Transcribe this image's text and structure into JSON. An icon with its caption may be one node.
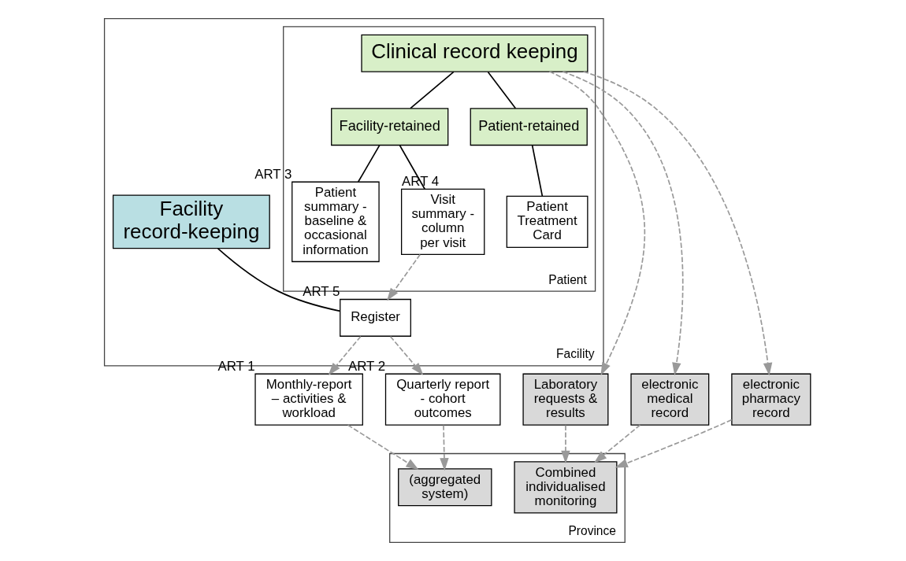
{
  "diagram": {
    "nodes": [
      {
        "text": [
          "Facility"
        ]
      },
      {
        "text": [
          "Patient"
        ],
        "in": 0
      },
      {
        "text": [
          "Clinical record keeping"
        ],
        "in": 1
      },
      {
        "text": [
          "Facility-retained"
        ],
        "in": 1
      },
      {
        "text": [
          "Patient-retained"
        ],
        "in": 1
      },
      {
        "text": [
          "Patient summary - baseline & occasional information"
        ],
        "beside": [
          "ART 3"
        ],
        "in": 1
      },
      {
        "text": [
          "Visit summary - column per visit"
        ],
        "beside": [
          "ART 4"
        ],
        "in": 1
      },
      {
        "text": [
          "Patient Treatment Card"
        ],
        "in": 1
      },
      {
        "text": [
          "Facility record-keeping"
        ],
        "in": 0
      },
      {
        "text": [
          "Register"
        ],
        "beside": [
          "ART 5"
        ],
        "in": 0
      },
      {
        "text": [
          "Laboratory requests & results"
        ]
      },
      {
        "text": [
          "electronic medical record"
        ]
      },
      {
        "text": [
          "electronic pharmacy record"
        ]
      },
      {
        "text": [
          "Province"
        ]
      },
      {
        "text": [
          "Combined individualised monitoring"
        ],
        "in": 13
      },
      {
        "text": [
          "(aggregated system)"
        ],
        "in": 13
      },
      {
        "text": [
          "Monthly-report – activities & workload"
        ],
        "beside": [
          "ART 1"
        ]
      },
      {
        "text": [
          "Quarterly report - cohort outcomes"
        ],
        "beside": [
          "ART 2"
        ]
      }
    ],
    "edges": [
      {
        "from": 2,
        "to": 3,
        "arrow": "none",
        "color": "#000000"
      },
      {
        "from": 2,
        "to": 4,
        "arrow": "none",
        "color": "#000000"
      },
      {
        "from": 3,
        "to": 5,
        "arrow": "none",
        "color": "#000000"
      },
      {
        "from": 3,
        "to": 6,
        "arrow": "none",
        "color": "#000000"
      },
      {
        "from": 4,
        "to": 7,
        "arrow": "none",
        "color": "#000000"
      },
      {
        "from": 2,
        "to": 10,
        "arrow": "to",
        "style": "dashed"
      },
      {
        "from": 2,
        "to": 11,
        "arrow": "to",
        "style": "dashed"
      },
      {
        "from": 2,
        "to": 12,
        "arrow": "to",
        "style": "dashed"
      },
      {
        "from": 10,
        "to": 14,
        "arrow": "to",
        "style": "dashed"
      },
      {
        "from": 11,
        "to": 14,
        "arrow": "to",
        "style": "dashed"
      },
      {
        "from": 12,
        "to": 14,
        "arrow": "to",
        "style": "dashed"
      },
      {
        "from": 6,
        "to": 9,
        "arrow": "to",
        "style": "dashed"
      },
      {
        "from": 8,
        "to": 9,
        "arrow": "none",
        "color": "#000000"
      },
      {
        "from": 9,
        "to": 16,
        "arrow": "to",
        "style": "dashed"
      },
      {
        "from": 9,
        "to": 17,
        "arrow": "to",
        "style": "dashed"
      },
      {
        "from": 16,
        "to": 15,
        "arrow": "to",
        "style": "dashed"
      },
      {
        "from": 17,
        "to": 15,
        "arrow": "to",
        "style": "dashed"
      }
    ]
  }
}
